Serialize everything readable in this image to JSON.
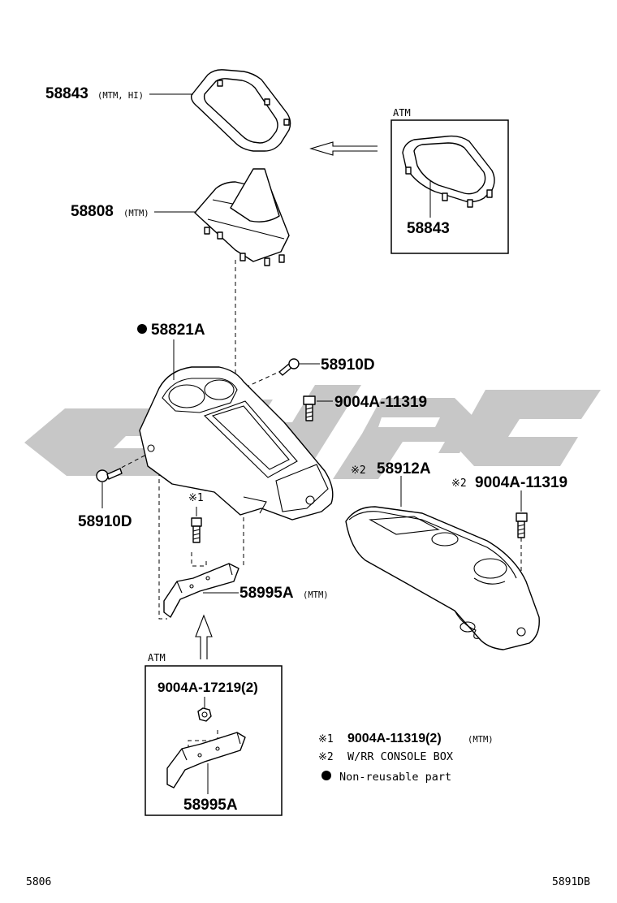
{
  "parts": {
    "p58843_top": {
      "number": "58843",
      "suffix": "(MTM, HI)"
    },
    "p58808": {
      "number": "58808",
      "suffix": "(MTM)"
    },
    "p58821a": {
      "number": "58821A",
      "marker": "●"
    },
    "p58910d_upper": {
      "number": "58910D"
    },
    "p9004a_11319": {
      "number": "9004A-11319"
    },
    "p58910d_left": {
      "number": "58910D"
    },
    "p58912a": {
      "number": "58912A",
      "marker": "※2"
    },
    "p9004a_11319_rr": {
      "number": "9004A-11319",
      "marker": "※2"
    },
    "p_ref1_marker": {
      "marker": "※1"
    },
    "p58995a_mtm": {
      "number": "58995A",
      "suffix": "(MTM)"
    }
  },
  "inset_atm_top": {
    "heading": "ATM",
    "part_number": "58843"
  },
  "inset_atm_bottom": {
    "heading": "ATM",
    "fastener": "9004A-17219(2)",
    "part_number": "58995A"
  },
  "notes": [
    {
      "marker": "※1",
      "text": "9004A-11319(2)",
      "suffix": "(MTM)"
    },
    {
      "marker": "※2",
      "text": "W/RR CONSOLE BOX"
    },
    {
      "marker": "●",
      "text": "Non-reusable part"
    }
  ],
  "footer": {
    "left_code": "5806",
    "right_code": "5891DB"
  },
  "watermark": {
    "color": "#c7c7c7"
  }
}
